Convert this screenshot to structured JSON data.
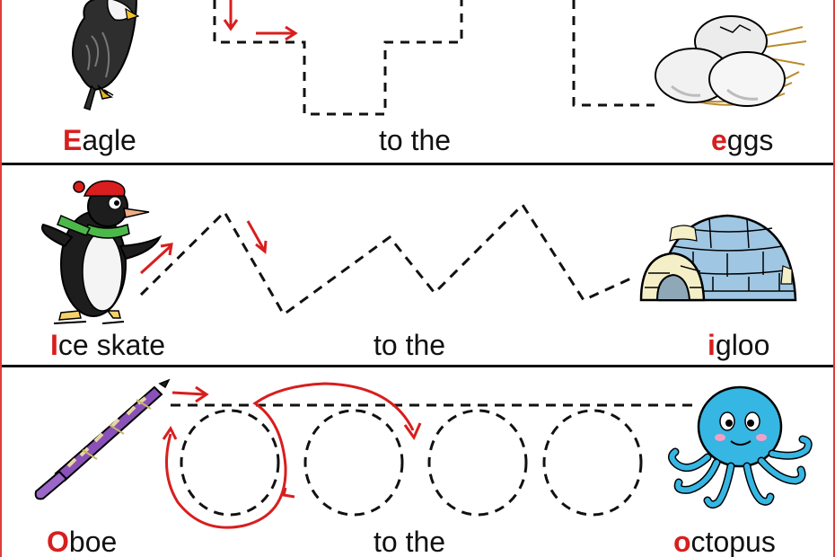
{
  "theme": {
    "accent": "#d81e1e",
    "ink": "#111111",
    "frame": "#e23b3b"
  },
  "rows": [
    {
      "start_picture": "eagle-icon",
      "start_letter": "E",
      "start_rest": "agle",
      "connector": "to the",
      "end_letter": "e",
      "end_rest": "ggs",
      "end_picture": "eggs-nest-icon",
      "trace_shape": "square-wave"
    },
    {
      "start_picture": "penguin-skater-icon",
      "start_letter": "I",
      "start_rest": "ce skate",
      "connector": "to the",
      "end_letter": "i",
      "end_rest": "gloo",
      "end_picture": "igloo-icon",
      "trace_shape": "zigzag"
    },
    {
      "start_picture": "oboe-icon",
      "start_letter": "O",
      "start_rest": "boe",
      "connector": "to the",
      "end_letter": "o",
      "end_rest": "ctopus",
      "end_picture": "octopus-icon",
      "trace_shape": "loops"
    }
  ]
}
